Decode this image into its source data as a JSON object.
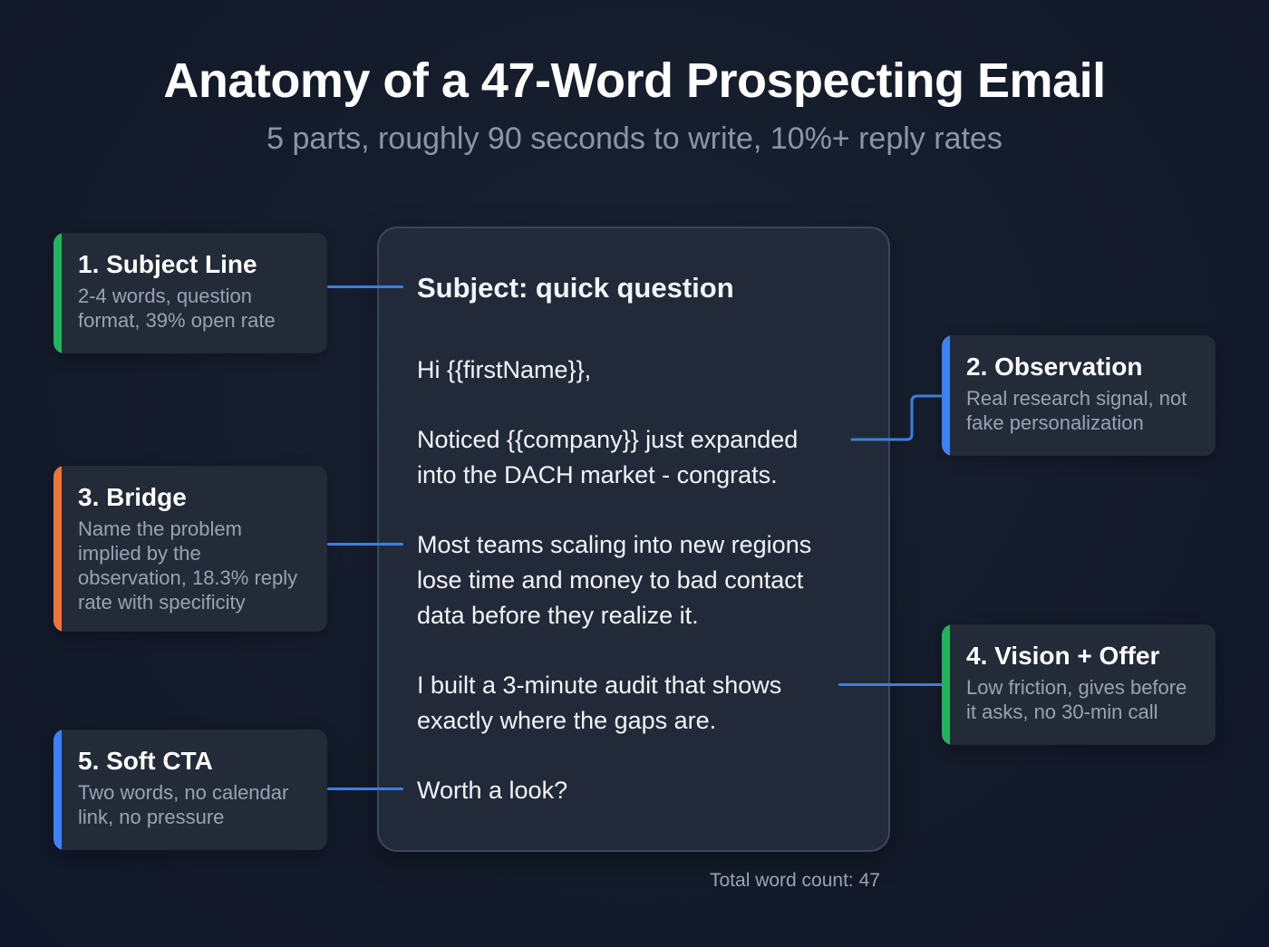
{
  "header": {
    "title": "Anatomy of a 47-Word Prospecting Email",
    "subtitle": "5 parts, roughly 90 seconds to write, 10%+ reply rates"
  },
  "email": {
    "subject": "Subject: quick question",
    "greeting": "Hi {{firstName}},",
    "observation_lines": [
      "Noticed {{company}} just expanded",
      "into the DACH market - congrats."
    ],
    "bridge_lines": [
      "Most teams scaling into new regions",
      "lose time and money to bad contact",
      "data before they realize it."
    ],
    "offer_lines": [
      "I built a 3-minute audit that shows",
      "exactly where the gaps are."
    ],
    "cta": "Worth a look?"
  },
  "callouts": [
    {
      "id": "subject-line",
      "title": "1. Subject Line",
      "description_lines": [
        "2-4 words, question",
        "format, 39% open rate"
      ],
      "accent_color": "#22b35e"
    },
    {
      "id": "observation",
      "title": "2. Observation",
      "description_lines": [
        "Real research signal, not",
        "fake personalization"
      ],
      "accent_color": "#3b82f6"
    },
    {
      "id": "bridge",
      "title": "3. Bridge",
      "description_lines": [
        "Name the problem",
        "implied by the",
        "observation, 18.3% reply",
        "rate with specificity"
      ],
      "accent_color": "#f0743a"
    },
    {
      "id": "vision-offer",
      "title": "4. Vision + Offer",
      "description_lines": [
        "Low friction, gives before",
        "it asks, no 30-min call"
      ],
      "accent_color": "#22b35e"
    },
    {
      "id": "soft-cta",
      "title": "5. Soft CTA",
      "description_lines": [
        "Two words, no calendar",
        "link, no pressure"
      ],
      "accent_color": "#3b82f6"
    }
  ],
  "connector_color": "#3b7fdc",
  "footer": {
    "word_count": "Total word count: 47"
  }
}
